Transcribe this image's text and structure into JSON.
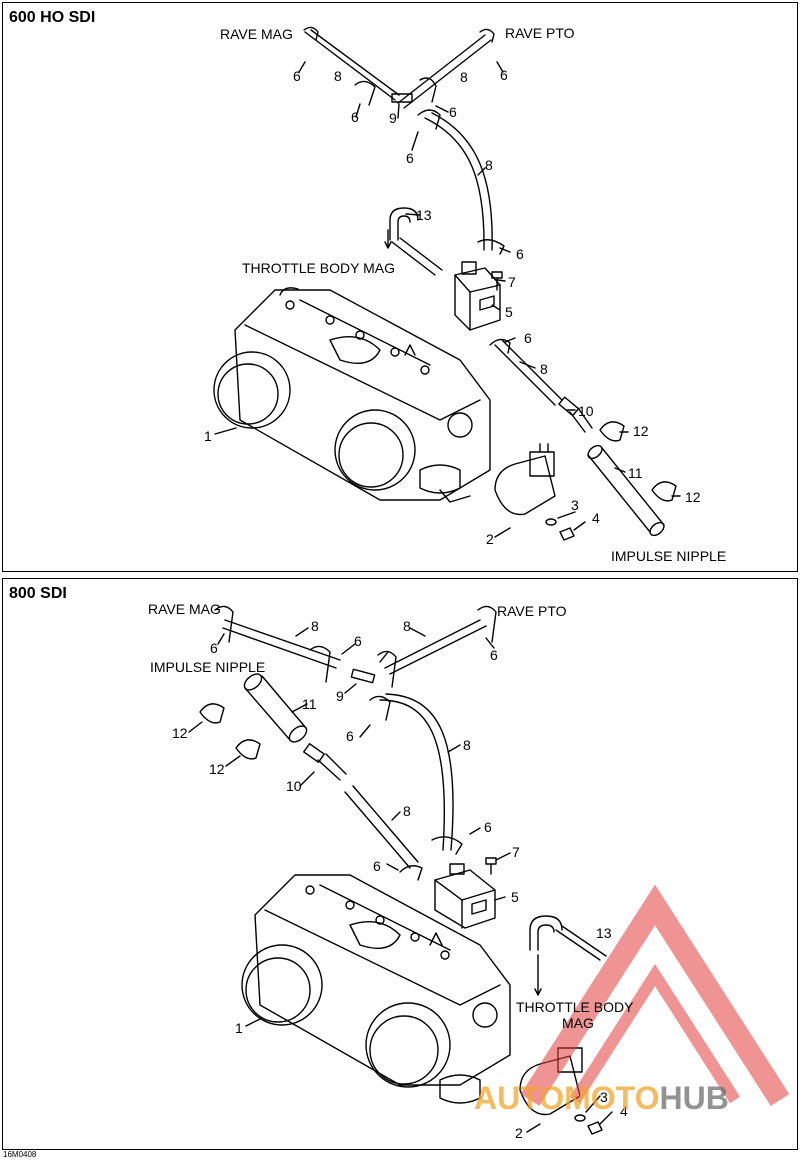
{
  "panels": {
    "top": {
      "title": "600 HO SDI",
      "labels": {
        "rave_mag": "RAVE MAG",
        "rave_pto": "RAVE PTO",
        "throttle_body_mag": "THROTTLE BODY MAG",
        "impulse_nipple": "IMPULSE NIPPLE"
      },
      "callouts": {
        "c6a": "6",
        "c8a": "8",
        "c6b": "6",
        "c9": "9",
        "c8b": "8",
        "c6c": "6",
        "c6d": "6",
        "c6e": "6",
        "c8c": "8",
        "c13": "13",
        "c6f": "6",
        "c7": "7",
        "c5": "5",
        "c6g": "6",
        "c8d": "8",
        "c10": "10",
        "c12a": "12",
        "c1": "1",
        "c11": "11",
        "c12b": "12",
        "c3": "3",
        "c4": "4",
        "c2": "2"
      }
    },
    "bottom": {
      "title": "800 SDI",
      "labels": {
        "rave_mag": "RAVE MAG",
        "rave_pto": "RAVE PTO",
        "impulse_nipple": "IMPULSE NIPPLE",
        "throttle_body": "THROTTLE BODY",
        "mag": "MAG"
      },
      "callouts": {
        "c6a": "6",
        "c8a": "8",
        "c6b": "6",
        "c8b": "8",
        "c6c": "6",
        "c9": "9",
        "c11": "11",
        "c12a": "12",
        "c6d": "6",
        "c8c": "8",
        "c12b": "12",
        "c10": "10",
        "c8d": "8",
        "c6e": "6",
        "c7": "7",
        "c6f": "6",
        "c5": "5",
        "c13": "13",
        "c1": "1",
        "c3": "3",
        "c4": "4",
        "c2": "2"
      }
    }
  },
  "figure_code": "16M0408",
  "watermark": {
    "text_a": "AUTOMOTO",
    "text_b": "HUB",
    "color_a": "#f4a52a",
    "color_b": "#6e6e6e",
    "triangle_color": "#e23b3b"
  }
}
